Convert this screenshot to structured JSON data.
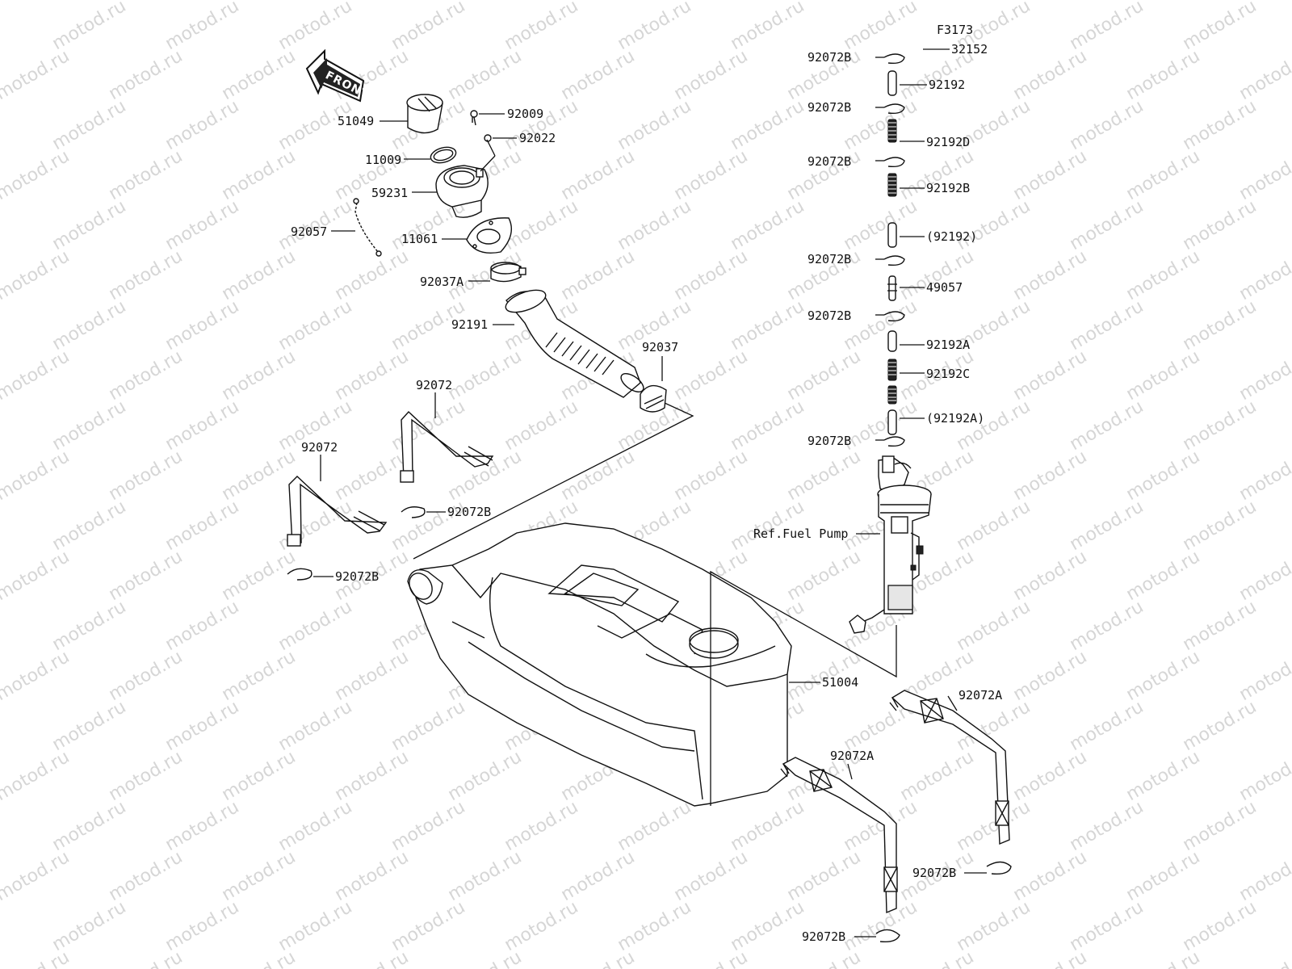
{
  "watermark": "motod.ru",
  "front_label": "FRONT",
  "colors": {
    "line": "#111111",
    "watermark": "#d6d6d6",
    "background": "#ffffff"
  },
  "labels": {
    "p51049": "51049",
    "p92009": "92009",
    "p92022": "92022",
    "p11009": "11009",
    "p59231": "59231",
    "p92057": "92057",
    "p11061": "11061",
    "p92037A": "92037A",
    "p92191": "92191",
    "p92037": "92037",
    "p92072_upper": "92072",
    "p92072_lower": "92072",
    "p92072B_mid": "92072B",
    "p92072B_left": "92072B",
    "p51004": "51004",
    "f3173": "F3173",
    "p32152": "32152",
    "p92072B_r1": "92072B",
    "p92192": "92192",
    "p92072B_r2": "92072B",
    "p92192D": "92192D",
    "p92072B_r3": "92072B",
    "p92192B": "92192B",
    "p92192_paren": "(92192)",
    "p92072B_r4": "92072B",
    "p49057": "49057",
    "p92072B_r5": "92072B",
    "p92192A": "92192A",
    "p92192C": "92192C",
    "p92192A_paren": "(92192A)",
    "p92072B_r6": "92072B",
    "ref_fuel_pump": "Ref.Fuel Pump",
    "p92072A_right": "92072A",
    "p92072A_mid": "92072A",
    "p92072B_bottom_right": "92072B",
    "p92072B_bottom": "92072B"
  }
}
